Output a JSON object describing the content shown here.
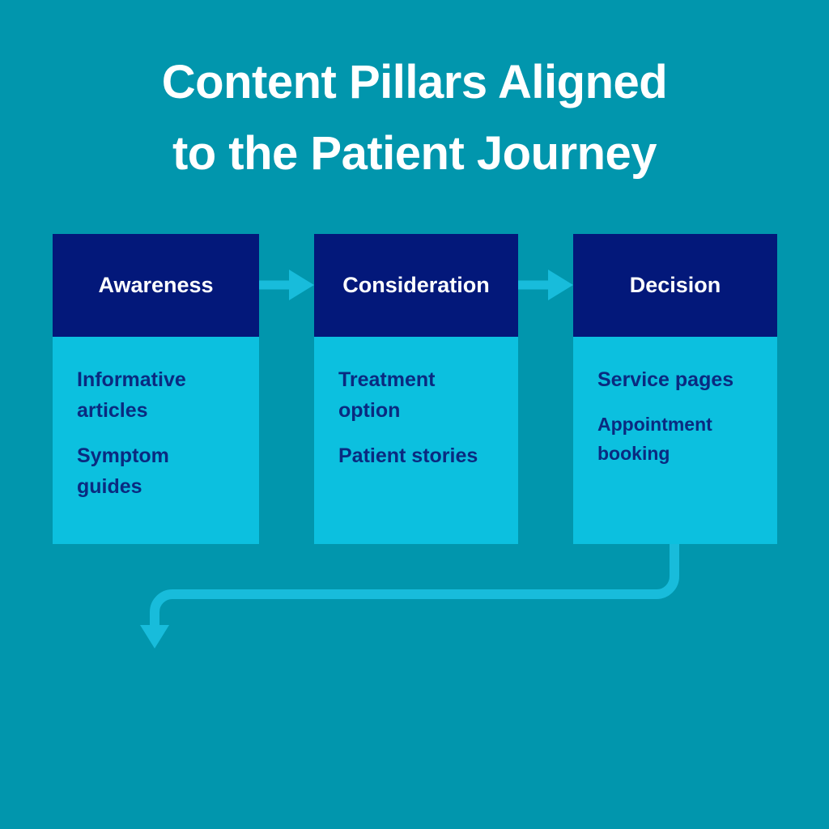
{
  "title": "Content Pillars Aligned\nto the Patient Journey",
  "columns": [
    {
      "header": "Awareness",
      "items": [
        "Informative articles",
        "Symptom guides"
      ]
    },
    {
      "header": "Consideration",
      "items": [
        "Treatment option",
        "Patient stories"
      ]
    },
    {
      "header": "Decision",
      "items": [
        "Service pages",
        "Appointment booking"
      ]
    }
  ],
  "icons": {
    "between_columns": "arrow-right-icon",
    "journey_flow": "arrow-down-icon"
  },
  "colors": {
    "background": "#0196AD",
    "header_bg": "#03187A",
    "body_bg": "#0CC0DF",
    "arrow": "#18BCDB",
    "title_text": "#FFFFFF",
    "body_text": "#0A2A80"
  }
}
